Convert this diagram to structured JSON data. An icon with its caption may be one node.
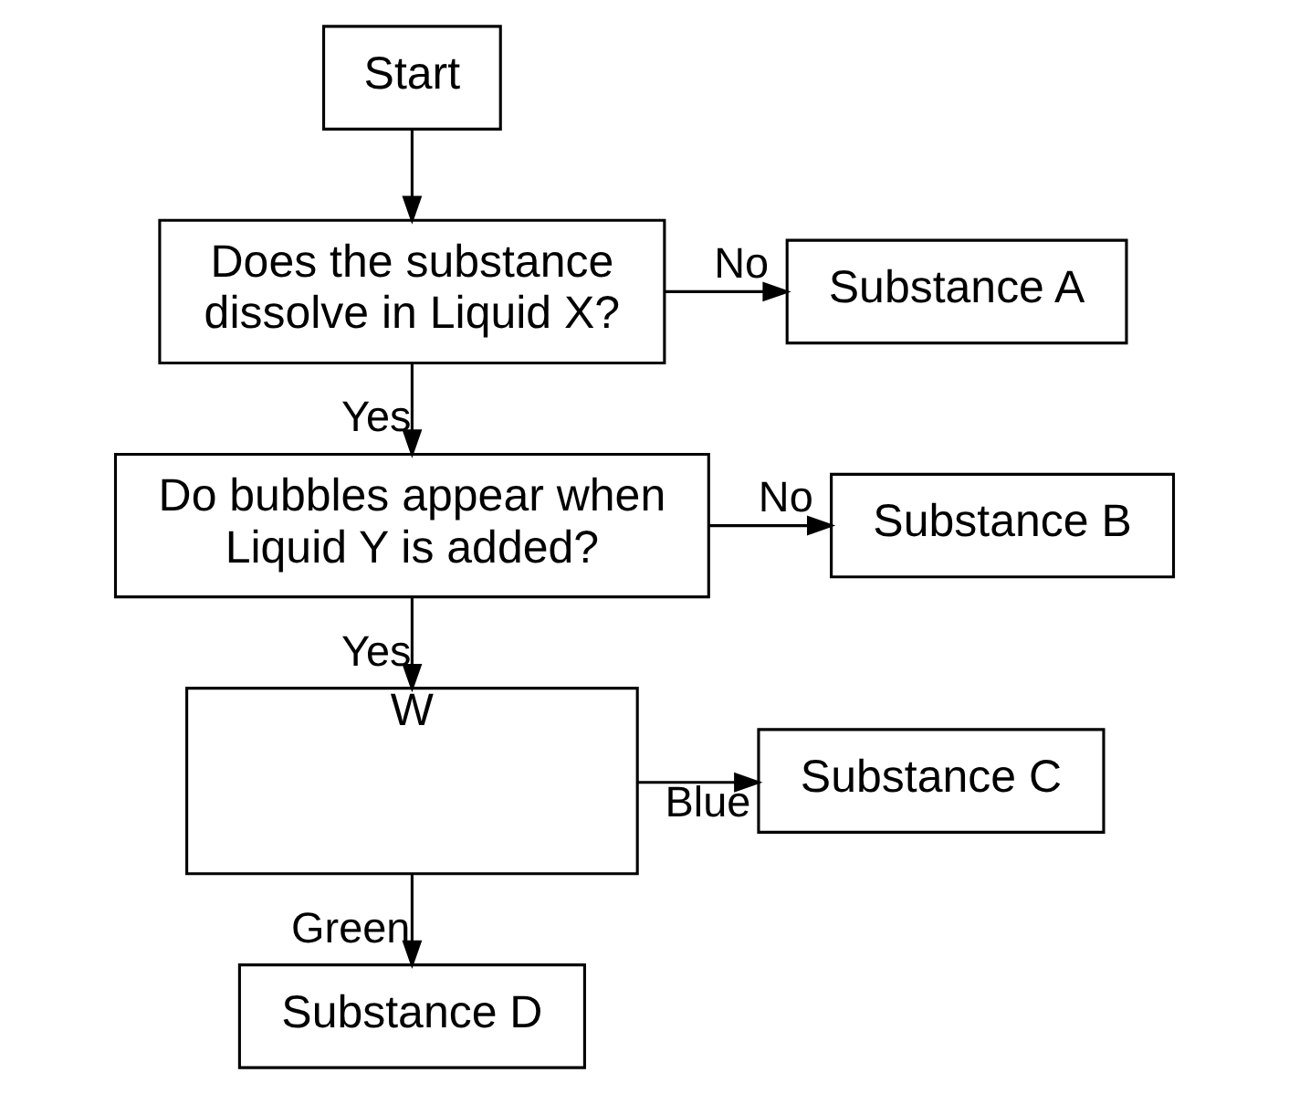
{
  "diagram": {
    "nodes": [
      {
        "text": [
          "Start"
        ]
      },
      {
        "text": [
          "Does the substance dissolve in Liquid X?"
        ]
      },
      {
        "text": [
          "Substance A"
        ]
      },
      {
        "text": [
          "Do bubbles appear when Liquid Y is added?"
        ]
      },
      {
        "text": [
          "Substance B"
        ]
      },
      {
        "text": [
          "W"
        ]
      },
      {
        "text": [
          "Substance C"
        ]
      },
      {
        "text": [
          "Substance D"
        ]
      }
    ],
    "edges": [
      {
        "from": 0,
        "to": 1,
        "arrow": "to"
      },
      {
        "from": 1,
        "to": 2,
        "arrow": "to",
        "label": "No"
      },
      {
        "from": 1,
        "to": 3,
        "arrow": "to",
        "label": "Yes"
      },
      {
        "from": 3,
        "to": 4,
        "arrow": "to",
        "label": "No"
      },
      {
        "from": 3,
        "to": 5,
        "arrow": "to",
        "label": "Yes"
      },
      {
        "from": 5,
        "to": 6,
        "arrow": "to",
        "label": "Blue"
      },
      {
        "from": 5,
        "to": 7,
        "arrow": "to",
        "label": "Green"
      }
    ]
  }
}
